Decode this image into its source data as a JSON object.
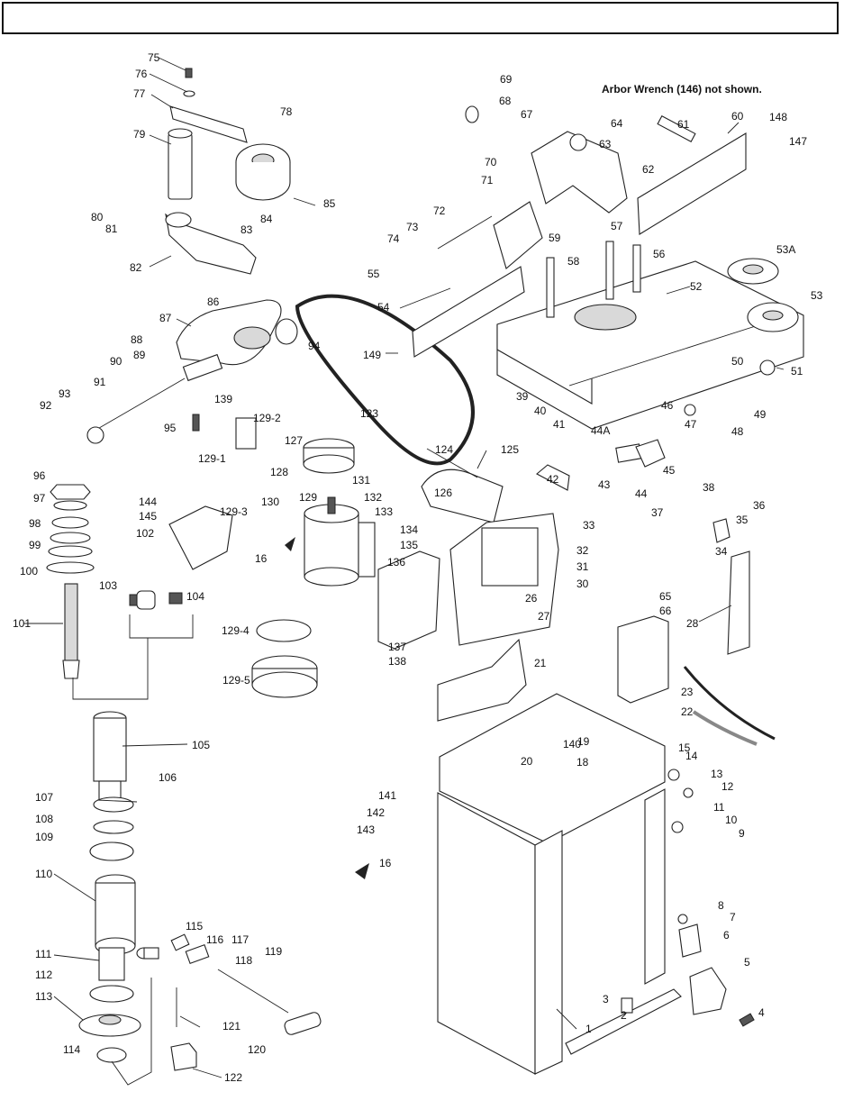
{
  "header": {
    "title": ""
  },
  "note": "Arbor Wrench (146) not shown.",
  "callouts": [
    {
      "id": "c75",
      "text": "75"
    },
    {
      "id": "c76",
      "text": "76"
    },
    {
      "id": "c77",
      "text": "77"
    },
    {
      "id": "c78",
      "text": "78"
    },
    {
      "id": "c79",
      "text": "79"
    },
    {
      "id": "c80",
      "text": "80"
    },
    {
      "id": "c81",
      "text": "81"
    },
    {
      "id": "c82",
      "text": "82"
    },
    {
      "id": "c83",
      "text": "83"
    },
    {
      "id": "c84",
      "text": "84"
    },
    {
      "id": "c85",
      "text": "85"
    },
    {
      "id": "c86",
      "text": "86"
    },
    {
      "id": "c87",
      "text": "87"
    },
    {
      "id": "c88",
      "text": "88"
    },
    {
      "id": "c89",
      "text": "89"
    },
    {
      "id": "c90",
      "text": "90"
    },
    {
      "id": "c91",
      "text": "91"
    },
    {
      "id": "c92",
      "text": "92"
    },
    {
      "id": "c93",
      "text": "93"
    },
    {
      "id": "c94",
      "text": "94"
    },
    {
      "id": "c95",
      "text": "95"
    },
    {
      "id": "c139",
      "text": "139"
    },
    {
      "id": "c123",
      "text": "123"
    },
    {
      "id": "c69",
      "text": "69"
    },
    {
      "id": "c68",
      "text": "68"
    },
    {
      "id": "c67",
      "text": "67"
    },
    {
      "id": "c64",
      "text": "64"
    },
    {
      "id": "c61",
      "text": "61"
    },
    {
      "id": "c60",
      "text": "60"
    },
    {
      "id": "c148",
      "text": "148"
    },
    {
      "id": "c147",
      "text": "147"
    },
    {
      "id": "c63",
      "text": "63"
    },
    {
      "id": "c62",
      "text": "62"
    },
    {
      "id": "c70",
      "text": "70"
    },
    {
      "id": "c71",
      "text": "71"
    },
    {
      "id": "c72",
      "text": "72"
    },
    {
      "id": "c57",
      "text": "57"
    },
    {
      "id": "c73",
      "text": "73"
    },
    {
      "id": "c74",
      "text": "74"
    },
    {
      "id": "c59",
      "text": "59"
    },
    {
      "id": "c56",
      "text": "56"
    },
    {
      "id": "c58",
      "text": "58"
    },
    {
      "id": "c53A",
      "text": "53A"
    },
    {
      "id": "c55",
      "text": "55"
    },
    {
      "id": "c52",
      "text": "52"
    },
    {
      "id": "c53",
      "text": "53"
    },
    {
      "id": "c54",
      "text": "54"
    },
    {
      "id": "c149",
      "text": "149"
    },
    {
      "id": "c50",
      "text": "50"
    },
    {
      "id": "c51",
      "text": "51"
    },
    {
      "id": "c39",
      "text": "39"
    },
    {
      "id": "c40",
      "text": "40"
    },
    {
      "id": "c41",
      "text": "41"
    },
    {
      "id": "c46",
      "text": "46"
    },
    {
      "id": "c49",
      "text": "49"
    },
    {
      "id": "c47",
      "text": "47"
    },
    {
      "id": "c48",
      "text": "48"
    },
    {
      "id": "c44A",
      "text": "44A"
    },
    {
      "id": "c124",
      "text": "124"
    },
    {
      "id": "c125",
      "text": "125"
    },
    {
      "id": "c42",
      "text": "42"
    },
    {
      "id": "c45",
      "text": "45"
    },
    {
      "id": "c43",
      "text": "43"
    },
    {
      "id": "c44",
      "text": "44"
    },
    {
      "id": "c38",
      "text": "38"
    },
    {
      "id": "c36",
      "text": "36"
    },
    {
      "id": "c37",
      "text": "37"
    },
    {
      "id": "c35",
      "text": "35"
    },
    {
      "id": "c34",
      "text": "34"
    },
    {
      "id": "c126",
      "text": "126"
    },
    {
      "id": "c33",
      "text": "33"
    },
    {
      "id": "c32",
      "text": "32"
    },
    {
      "id": "c31",
      "text": "31"
    },
    {
      "id": "c30",
      "text": "30"
    },
    {
      "id": "c26",
      "text": "26"
    },
    {
      "id": "c27",
      "text": "27"
    },
    {
      "id": "c129-2",
      "text": "129-2"
    },
    {
      "id": "c127",
      "text": "127"
    },
    {
      "id": "c129-1",
      "text": "129-1"
    },
    {
      "id": "c128",
      "text": "128"
    },
    {
      "id": "c131",
      "text": "131"
    },
    {
      "id": "c132",
      "text": "132"
    },
    {
      "id": "c133",
      "text": "133"
    },
    {
      "id": "c129",
      "text": "129"
    },
    {
      "id": "c130",
      "text": "130"
    },
    {
      "id": "c144",
      "text": "144"
    },
    {
      "id": "c145",
      "text": "145"
    },
    {
      "id": "c129-3",
      "text": "129-3"
    },
    {
      "id": "c96",
      "text": "96"
    },
    {
      "id": "c97",
      "text": "97"
    },
    {
      "id": "c98",
      "text": "98"
    },
    {
      "id": "c99",
      "text": "99"
    },
    {
      "id": "c100",
      "text": "100"
    },
    {
      "id": "c102",
      "text": "102"
    },
    {
      "id": "c103",
      "text": "103"
    },
    {
      "id": "c104",
      "text": "104"
    },
    {
      "id": "c101",
      "text": "101"
    },
    {
      "id": "c16a",
      "text": "16"
    },
    {
      "id": "c134",
      "text": "134"
    },
    {
      "id": "c135",
      "text": "135"
    },
    {
      "id": "c136",
      "text": "136"
    },
    {
      "id": "c129-4",
      "text": "129-4"
    },
    {
      "id": "c137",
      "text": "137"
    },
    {
      "id": "c138",
      "text": "138"
    },
    {
      "id": "c129-5",
      "text": "129-5"
    },
    {
      "id": "c21",
      "text": "21"
    },
    {
      "id": "c65",
      "text": "65"
    },
    {
      "id": "c66",
      "text": "66"
    },
    {
      "id": "c28",
      "text": "28"
    },
    {
      "id": "c23",
      "text": "23"
    },
    {
      "id": "c22",
      "text": "22"
    },
    {
      "id": "c105",
      "text": "105"
    },
    {
      "id": "c106",
      "text": "106"
    },
    {
      "id": "c140",
      "text": "140"
    },
    {
      "id": "c19",
      "text": "19"
    },
    {
      "id": "c18",
      "text": "18"
    },
    {
      "id": "c15",
      "text": "15"
    },
    {
      "id": "c14",
      "text": "14"
    },
    {
      "id": "c20",
      "text": "20"
    },
    {
      "id": "c13",
      "text": "13"
    },
    {
      "id": "c12",
      "text": "12"
    },
    {
      "id": "c107",
      "text": "107"
    },
    {
      "id": "c141",
      "text": "141"
    },
    {
      "id": "c142",
      "text": "142"
    },
    {
      "id": "c143",
      "text": "143"
    },
    {
      "id": "c11",
      "text": "11"
    },
    {
      "id": "c10",
      "text": "10"
    },
    {
      "id": "c9",
      "text": "9"
    },
    {
      "id": "c108",
      "text": "108"
    },
    {
      "id": "c109",
      "text": "109"
    },
    {
      "id": "c16b",
      "text": "16"
    },
    {
      "id": "c110",
      "text": "110"
    },
    {
      "id": "c8",
      "text": "8"
    },
    {
      "id": "c7",
      "text": "7"
    },
    {
      "id": "c6",
      "text": "6"
    },
    {
      "id": "c115",
      "text": "115"
    },
    {
      "id": "c116",
      "text": "116"
    },
    {
      "id": "c117",
      "text": "117"
    },
    {
      "id": "c118",
      "text": "118"
    },
    {
      "id": "c119",
      "text": "119"
    },
    {
      "id": "c5",
      "text": "5"
    },
    {
      "id": "c111",
      "text": "111"
    },
    {
      "id": "c112",
      "text": "112"
    },
    {
      "id": "c113",
      "text": "113"
    },
    {
      "id": "c121",
      "text": "121"
    },
    {
      "id": "c3",
      "text": "3"
    },
    {
      "id": "c4",
      "text": "4"
    },
    {
      "id": "c2",
      "text": "2"
    },
    {
      "id": "c1",
      "text": "1"
    },
    {
      "id": "c120",
      "text": "120"
    },
    {
      "id": "c114",
      "text": "114"
    },
    {
      "id": "c122",
      "text": "122"
    }
  ]
}
